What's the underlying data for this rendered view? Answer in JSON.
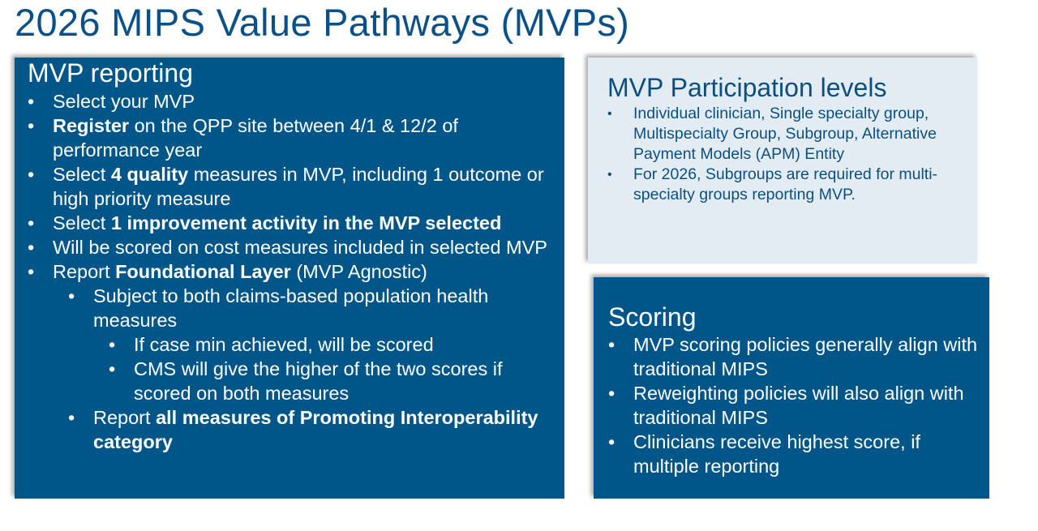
{
  "slide_title": "2026 MIPS Value Pathways (MVPs)",
  "colors": {
    "dark_box": "#005689",
    "light_box": "#e3ecf3",
    "title": "#0b5189"
  },
  "bullet_glyph": "•",
  "mvp_reporting": {
    "heading": "MVP reporting",
    "items": [
      {
        "level": 1,
        "segments": [
          {
            "text": "Select your MVP",
            "bold": false
          }
        ]
      },
      {
        "level": 1,
        "segments": [
          {
            "text": "Register",
            "bold": true
          },
          {
            "text": " on the QPP site between 4/1 & 12/2 of performance year",
            "bold": false
          }
        ]
      },
      {
        "level": 1,
        "segments": [
          {
            "text": "Select ",
            "bold": false
          },
          {
            "text": "4 quality",
            "bold": true
          },
          {
            "text": " measures in MVP, including 1 outcome or high priority measure",
            "bold": false
          }
        ]
      },
      {
        "level": 1,
        "segments": [
          {
            "text": "Select ",
            "bold": false
          },
          {
            "text": "1 improvement activity in the MVP selected",
            "bold": true
          }
        ]
      },
      {
        "level": 1,
        "segments": [
          {
            "text": "Will be scored on cost measures included in selected MVP",
            "bold": false
          }
        ]
      },
      {
        "level": 1,
        "segments": [
          {
            "text": "Report ",
            "bold": false
          },
          {
            "text": "Foundational Layer",
            "bold": true
          },
          {
            "text": " (MVP Agnostic)",
            "bold": false
          }
        ]
      },
      {
        "level": 2,
        "segments": [
          {
            "text": "Subject to both claims-based population health measures",
            "bold": false
          }
        ]
      },
      {
        "level": 3,
        "segments": [
          {
            "text": "If case min achieved, will be scored",
            "bold": false
          }
        ]
      },
      {
        "level": 3,
        "segments": [
          {
            "text": "CMS will give the higher of the two scores if scored on both measures",
            "bold": false
          }
        ]
      },
      {
        "level": 2,
        "segments": [
          {
            "text": "Report ",
            "bold": false
          },
          {
            "text": "all measures of Promoting Interoperability category",
            "bold": true
          }
        ]
      }
    ]
  },
  "participation_levels": {
    "heading": "MVP Participation levels",
    "items": [
      {
        "level": 1,
        "segments": [
          {
            "text": "Individual clinician, Single specialty group, Multispecialty Group, Subgroup, Alternative Payment Models (APM) Entity",
            "bold": false
          }
        ]
      },
      {
        "level": 1,
        "segments": [
          {
            "text": "For 2026, Subgroups are required for multi-specialty groups reporting MVP.",
            "bold": false
          }
        ]
      }
    ]
  },
  "scoring": {
    "heading": "Scoring",
    "items": [
      {
        "level": 1,
        "segments": [
          {
            "text": "MVP scoring policies generally align with traditional MIPS",
            "bold": false
          }
        ]
      },
      {
        "level": 1,
        "segments": [
          {
            "text": "Reweighting policies will also align with traditional MIPS",
            "bold": false
          }
        ]
      },
      {
        "level": 1,
        "segments": [
          {
            "text": "Clinicians receive highest score, if multiple reporting",
            "bold": false
          }
        ]
      }
    ]
  }
}
